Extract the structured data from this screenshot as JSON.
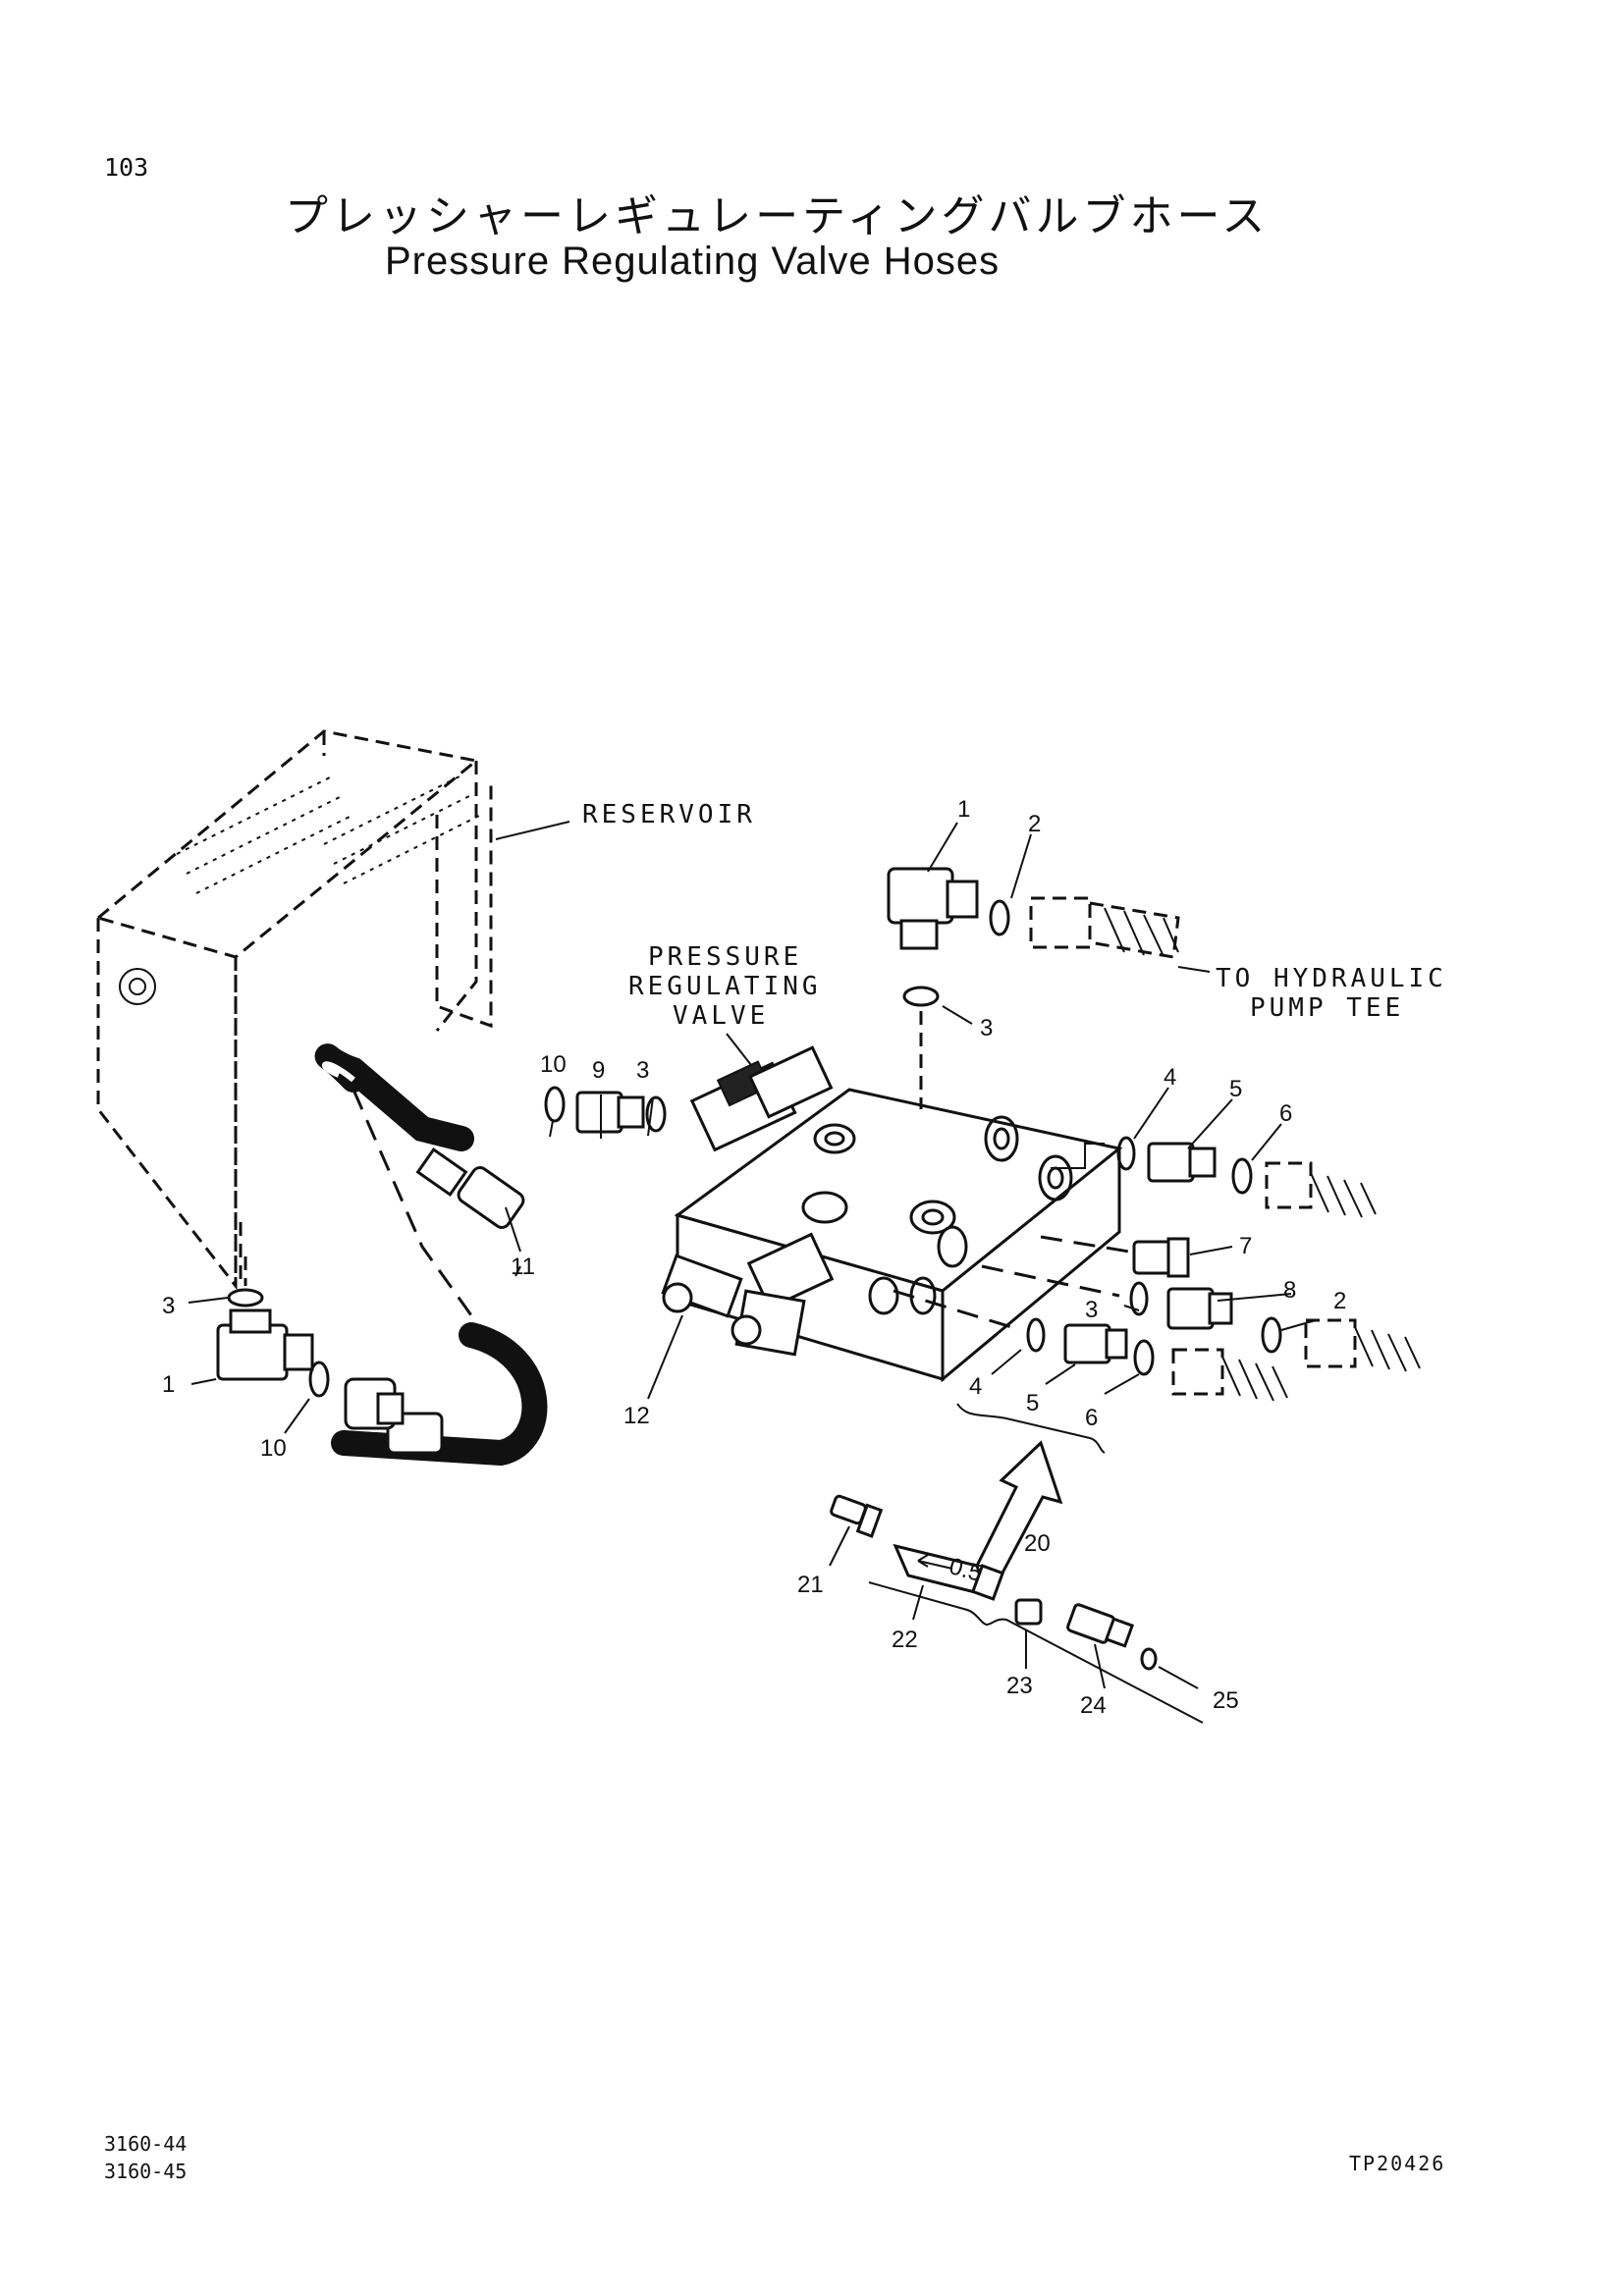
{
  "page": {
    "number": "103",
    "title_jp": "プレッシャーレギュレーティングバルブホース",
    "title_en": "Pressure Regulating Valve Hoses"
  },
  "labels": {
    "reservoir": "RESERVOIR",
    "prv_line1": "PRESSURE",
    "prv_line2": "REGULATING",
    "prv_line3": "VALVE",
    "to_pump_line1": "TO HYDRAULIC",
    "to_pump_line2": "PUMP TEE"
  },
  "callouts": [
    "1",
    "2",
    "3",
    "1",
    "3",
    "10",
    "10",
    "9",
    "3",
    "11",
    "11",
    "12",
    "4",
    "5",
    "6",
    "7",
    "3",
    "8",
    "2",
    "4",
    "5",
    "6",
    "20",
    "21",
    "22",
    "23",
    "24",
    "25"
  ],
  "inline_marking": "0.5",
  "footer": {
    "ref1": "3160-44",
    "ref2": "3160-45",
    "plate": "TP20426"
  }
}
